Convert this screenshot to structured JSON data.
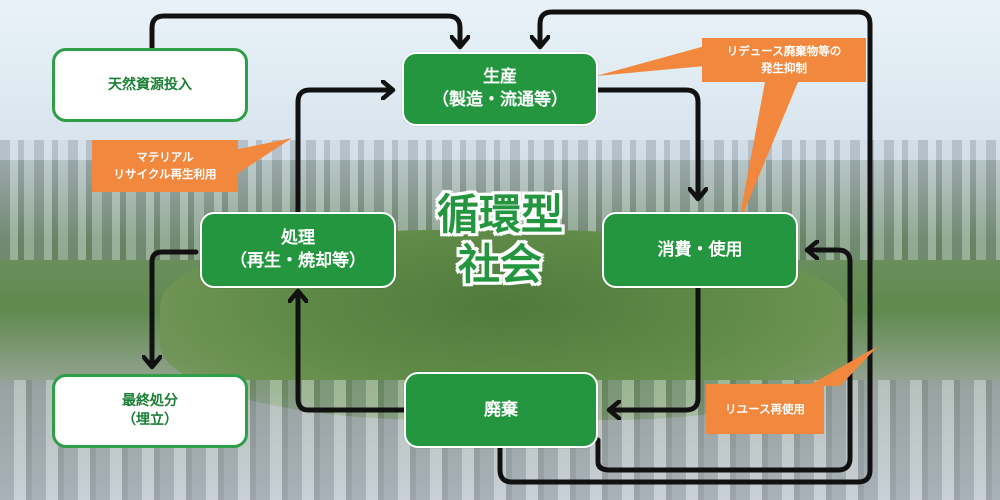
{
  "title": {
    "line1": "循環型",
    "line2": "社会"
  },
  "nodes": {
    "production": {
      "line1": "生産",
      "line2": "（製造・流通等）"
    },
    "consumption": {
      "line1": "消費・使用"
    },
    "disposal": {
      "line1": "廃棄"
    },
    "treatment": {
      "line1": "処理",
      "line2": "（再生・焼却等）"
    },
    "natural_resources": {
      "line1": "天然資源投入"
    },
    "final_disposal": {
      "line1": "最終処分",
      "line2": "（埋立）"
    }
  },
  "callouts": {
    "reduce": {
      "line1": "リデュース廃棄物等の",
      "line2": "発生抑制"
    },
    "recycle": {
      "line1": "マテリアル",
      "line2": "リサイクル再生利用"
    },
    "reuse": {
      "line1": "リユース再使用"
    }
  },
  "colors": {
    "green": "#23963f",
    "orange": "#f2883d",
    "arrow": "#111111"
  }
}
